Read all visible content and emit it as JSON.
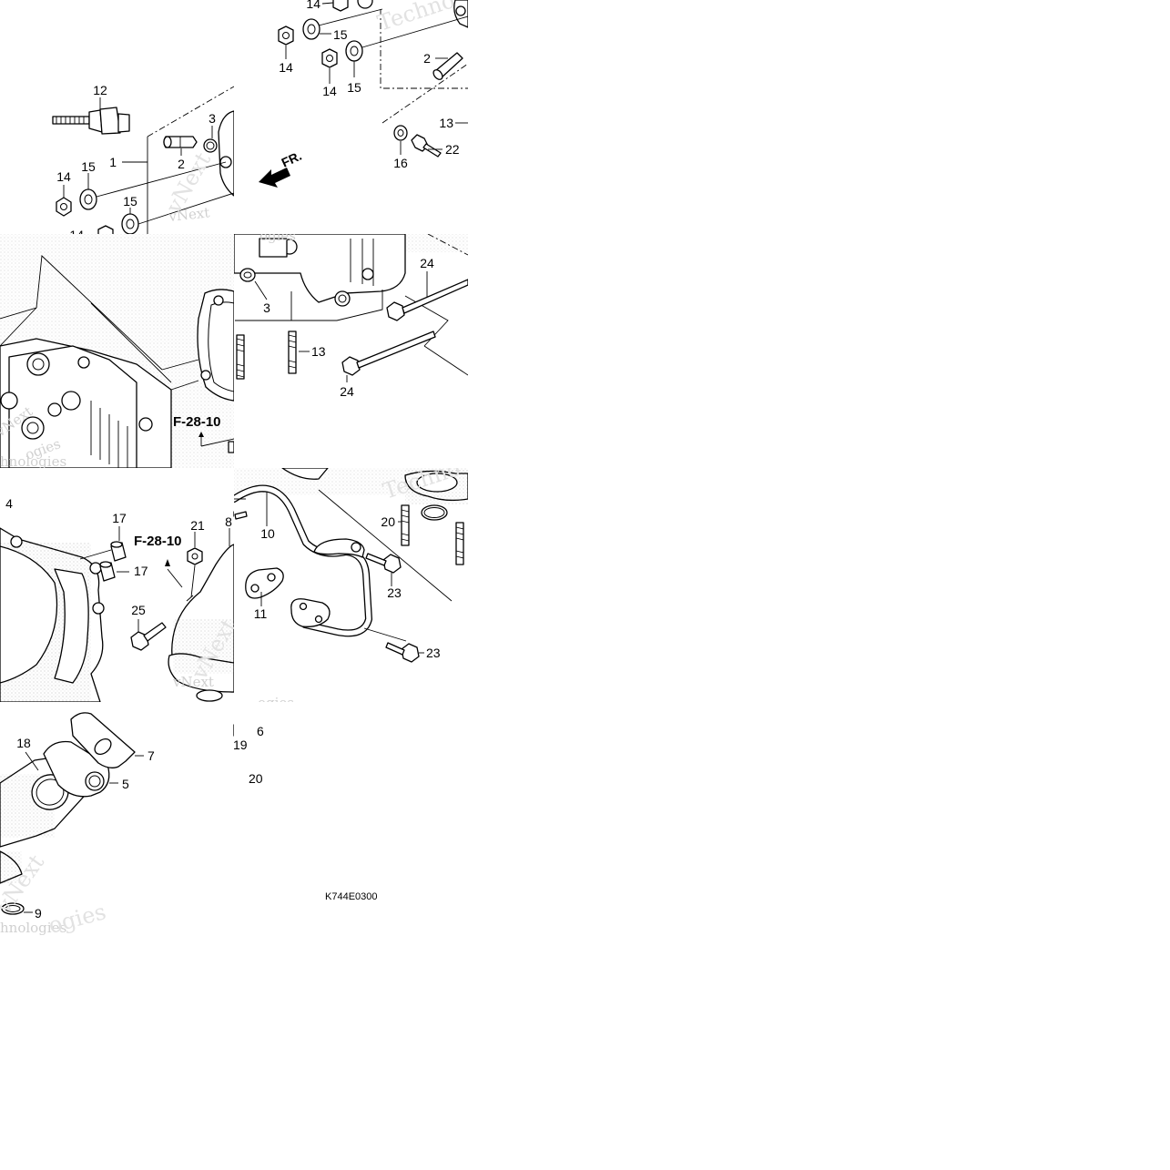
{
  "figure_code": "K744E0300",
  "reference_label": "F-28-10",
  "direction_label": "FR.",
  "watermark": {
    "line1": "vNext",
    "line2": "Technologies",
    "partial_1": "Techno",
    "partial_2": "ogies",
    "partial_3": "hnologies"
  },
  "callouts": {
    "c1": "1",
    "c2": "2",
    "c3": "3",
    "c4": "4",
    "c5": "5",
    "c6": "6",
    "c7": "7",
    "c8": "8",
    "c9": "9",
    "c10": "10",
    "c11": "11",
    "c12": "12",
    "c13": "13",
    "c14": "14",
    "c15": "15",
    "c16": "16",
    "c17": "17",
    "c18": "18",
    "c19": "19",
    "c20": "20",
    "c21": "21",
    "c22": "22",
    "c23": "23",
    "c24": "24",
    "c25": "25"
  }
}
